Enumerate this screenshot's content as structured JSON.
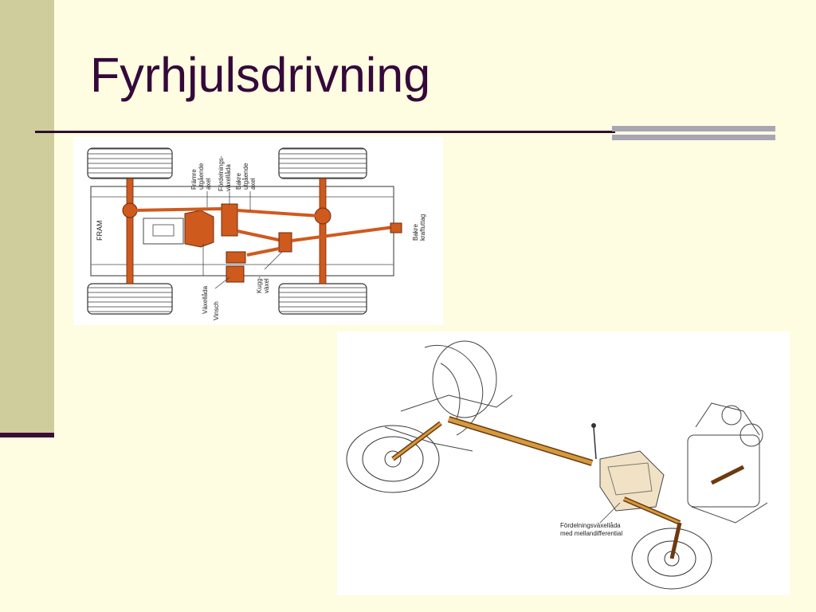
{
  "slide": {
    "title": "Fyrhjulsdrivning"
  },
  "diagram_top": {
    "labels": {
      "fram": "FRAM",
      "framre": [
        "Främre",
        "utgående",
        "axel"
      ],
      "fordelning": [
        "Fördelnings-",
        "växellåda"
      ],
      "bakre_axel": [
        "Bakre",
        "utgående",
        "axel"
      ],
      "bakre_kraft": [
        "Bakre",
        "kraftuttag"
      ],
      "vaxellada": "Växellåda",
      "vinsch": "Vinsch",
      "kuggvaxel": [
        "Kugg-",
        "växel"
      ]
    }
  },
  "diagram_bottom": {
    "caption": [
      "Fördelningsväxellåda",
      "med mellandifferential"
    ]
  },
  "colors": {
    "accent": "#cf5a1e",
    "title": "#35093a",
    "sidebar": "#cfcd9c",
    "background": "#fffde1"
  }
}
